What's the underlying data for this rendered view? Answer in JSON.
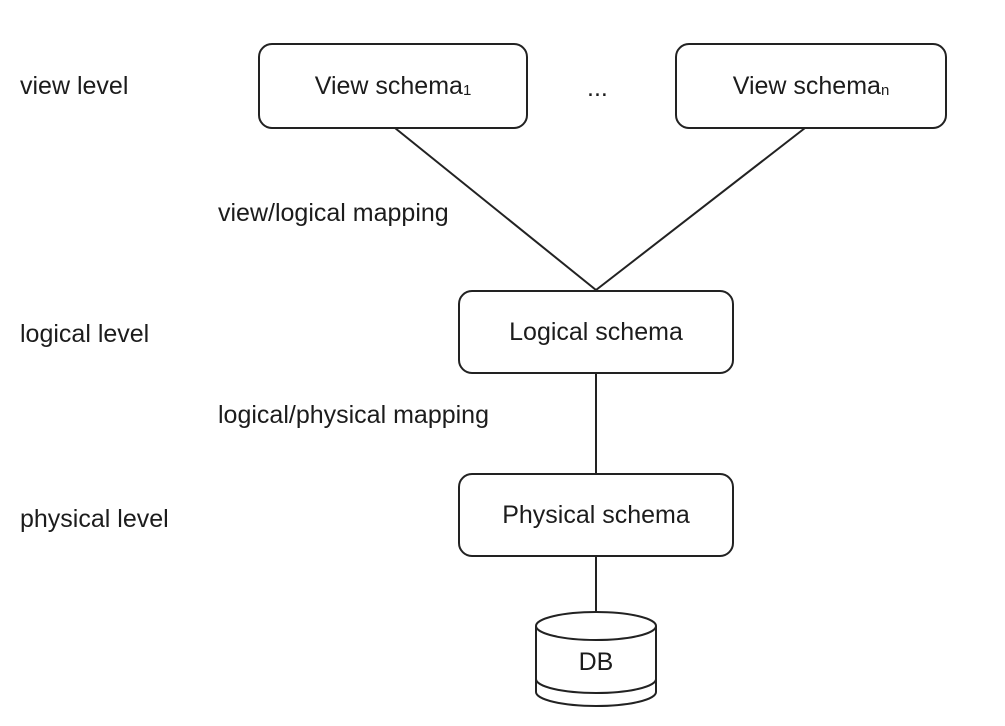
{
  "levels": {
    "view": "view level",
    "logical": "logical level",
    "physical": "physical level"
  },
  "mappings": {
    "view_logical": "view/logical mapping",
    "logical_physical": "logical/physical mapping"
  },
  "view_schemas": {
    "first": {
      "name": "View schema",
      "subscript": "1"
    },
    "ellipsis": "...",
    "last": {
      "name": "View schema",
      "subscript": "n"
    }
  },
  "logical_schema": "Logical schema",
  "physical_schema": "Physical schema",
  "database": "DB"
}
